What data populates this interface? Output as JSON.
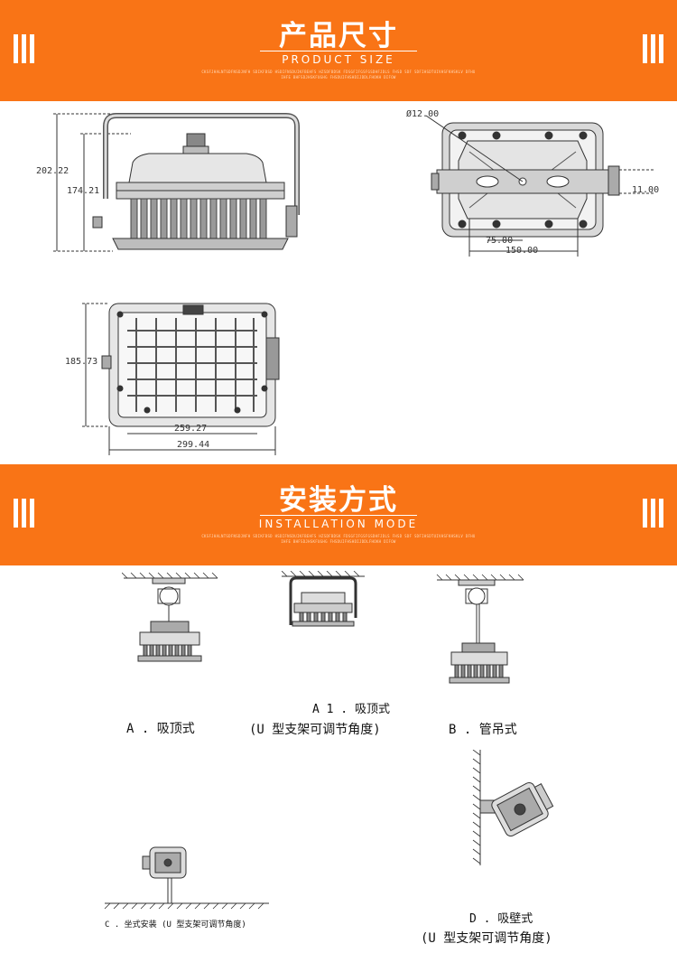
{
  "section1": {
    "title": "产品尺寸",
    "subtitle": "PRODUCT SIZE",
    "fine_text": "CKSFJHALNTSDFNSDJNFH SDIKFBSD HSDIFNSDUIKFBEHFS HZSDFBDSK FDSGFIFGSFGSDHFJDLS FHSD SDF SDFIHSDTUIVHSFKHSKLV DFHUIHFE BHFSDJHSKFUGHG FHSDUIFHSHDIJDDLFHOKH DIFOW"
  },
  "dims": {
    "height_total": "202.22",
    "height_body": "174.21",
    "hole_dia": "Ø12.00",
    "slot_width": "11.00",
    "hole_spacing_a": "75.00",
    "hole_spacing_b": "150.00",
    "front_height": "185.73",
    "front_inner_width": "259.27",
    "front_outer_width": "299.44"
  },
  "section2": {
    "title": "安装方式",
    "subtitle": "INSTALLATION MODE",
    "fine_text": "CKSFJHALNTSDFNSDJNFH SDIKFBSD HSDIFNSDUIKFBEHFS HZSDFBDSK FDSGFIFGSFGSDHFJDLS FHSD SDF SDFIHSDTUIVHSFKHSKLV DFHUIHFE BHFSDJHSKFUGHG FHSDUIFHSHDIJDDLFHOKH DIFOW"
  },
  "modes": {
    "a": "A . 吸顶式",
    "a1_line1": "A 1 . 吸顶式",
    "a1_line2": "(U 型支架可调节角度)",
    "b": "B . 管吊式",
    "c": "C . 坐式安装 (U 型支架可调节角度)",
    "d_line1": "D . 吸壁式",
    "d_line2": "(U 型支架可调节角度)"
  }
}
